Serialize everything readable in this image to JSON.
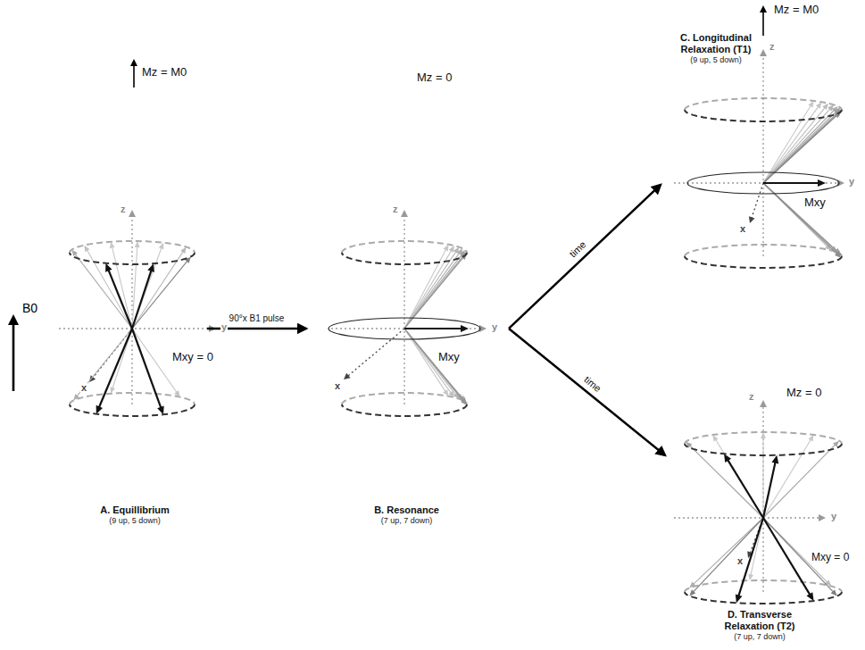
{
  "diagram": {
    "nodes": [
      {
        "text": [
          "A. Equillibrium",
          "(9 up, 5 down)"
        ]
      },
      {
        "text": [
          "B. Resonance",
          "(7 up, 7 down)"
        ]
      },
      {
        "text": [
          "C. Longitudinal Relaxation (T1)",
          "(9 up, 5 down)"
        ]
      },
      {
        "text": [
          "D. Transverse Relaxation (T2)",
          "(7 up, 7 down)"
        ]
      }
    ],
    "edges": [
      {
        "from": 0,
        "to": 1,
        "arrow": "to",
        "label": "90°x B1 pulse"
      },
      {
        "from": 1,
        "to": 2,
        "arrow": "to",
        "label": "time"
      },
      {
        "from": 1,
        "to": 3,
        "arrow": "to",
        "label": "time"
      }
    ],
    "labels": [
      "B0",
      "Mz = M0",
      "z",
      "y",
      "x",
      "Mxy = 0",
      "Mz = 0",
      "z",
      "y",
      "x",
      "Mxy",
      "Mz = M0",
      "z",
      "y",
      "x",
      "Mxy",
      "Mz = 0",
      "z",
      "y",
      "x",
      "Mxy = 0"
    ]
  }
}
